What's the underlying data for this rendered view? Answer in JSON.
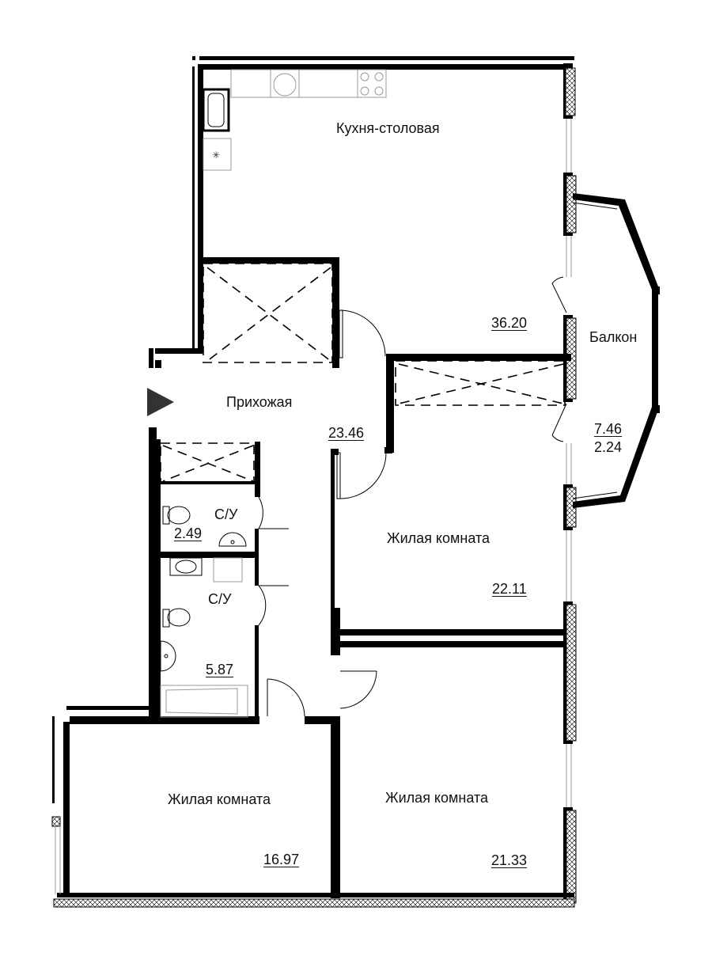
{
  "rooms": {
    "kitchen": {
      "name": "Кухня-столовая",
      "area": "36.20"
    },
    "hall": {
      "name": "Прихожая",
      "area": "23.46"
    },
    "balcony": {
      "name": "Балкон",
      "area": "7.46",
      "area_reduced": "2.24"
    },
    "wc1": {
      "name": "С/У",
      "area": "2.49"
    },
    "wc2": {
      "name": "С/У",
      "area": "5.87"
    },
    "living1": {
      "name": "Жилая комната",
      "area": "22.11"
    },
    "living2": {
      "name": "Жилая комната",
      "area": "16.97"
    },
    "living3": {
      "name": "Жилая комната",
      "area": "21.33"
    }
  },
  "icons": [
    "entrance-arrow-icon",
    "toilet-icon",
    "sink-icon",
    "bathtub-icon",
    "stove-icon",
    "washing-machine-icon"
  ]
}
